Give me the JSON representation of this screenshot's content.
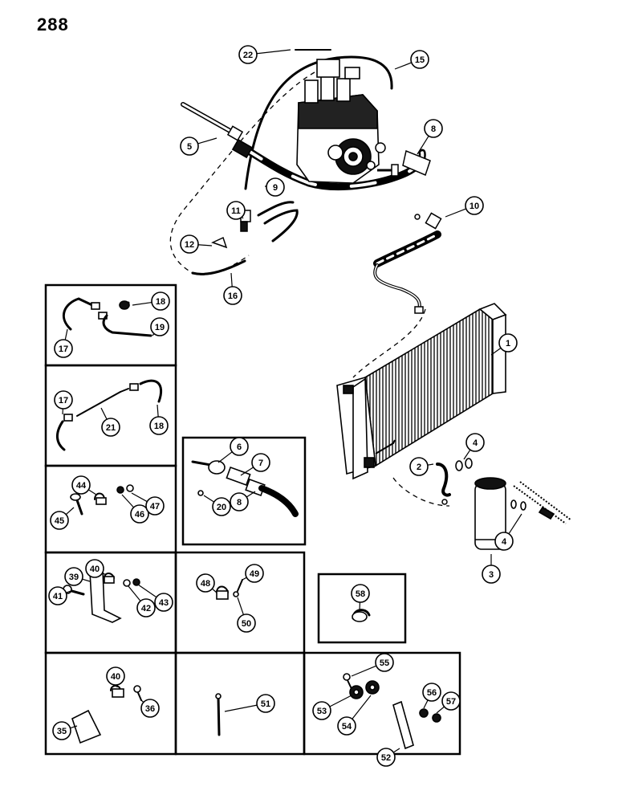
{
  "page_number": "288",
  "callouts": [
    "1",
    "2",
    "3",
    "4",
    "4",
    "5",
    "6",
    "7",
    "8",
    "8",
    "9",
    "10",
    "11",
    "12",
    "15",
    "16",
    "17",
    "17",
    "18",
    "18",
    "19",
    "20",
    "21",
    "22",
    "35",
    "36",
    "39",
    "40",
    "40",
    "41",
    "42",
    "43",
    "44",
    "45",
    "46",
    "47",
    "48",
    "49",
    "50",
    "51",
    "52",
    "53",
    "54",
    "55",
    "56",
    "57",
    "58"
  ]
}
